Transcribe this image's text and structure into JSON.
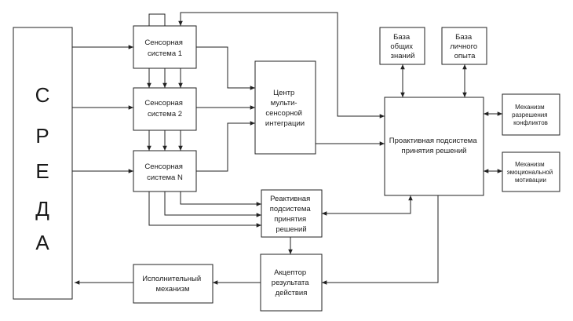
{
  "environment": {
    "letters": [
      "С",
      "Р",
      "Е",
      "Д",
      "А"
    ]
  },
  "nodes": {
    "sensory_1": [
      "Сенсорная",
      "система 1"
    ],
    "sensory_2": [
      "Сенсорная",
      "система 2"
    ],
    "sensory_n": [
      "Сенсорная",
      "система N"
    ],
    "integration_center": [
      "Центр",
      "мульти-",
      "сенсорной",
      "интеграции"
    ],
    "reactive": [
      "Реактивная",
      "подсистема",
      "принятия",
      "решений"
    ],
    "acceptor": [
      "Акцептор",
      "результата",
      "действия"
    ],
    "executor": [
      "Исполнительный",
      "механизм"
    ],
    "general_knowledge": [
      "База",
      "общих",
      "знаний"
    ],
    "personal_experience": [
      "База",
      "личного",
      "опыта"
    ],
    "proactive": [
      "Проактивная подсистема",
      "принятия решений"
    ],
    "conflict_resolution": [
      "Механизм",
      "разрешения",
      "конфликтов"
    ],
    "emotional_motivation": [
      "Механизм",
      "эмоциональной",
      "мотивации"
    ]
  },
  "colors": {
    "stroke": "#222222",
    "background": "#ffffff",
    "text": "#1a1a1a"
  }
}
